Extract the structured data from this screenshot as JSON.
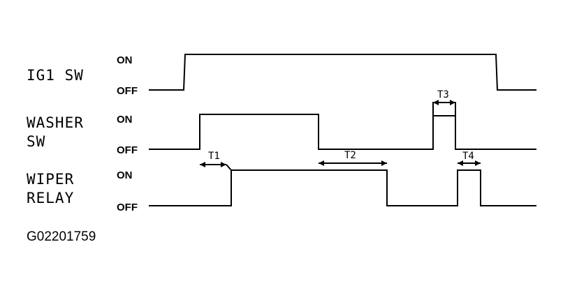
{
  "signals": [
    {
      "name_lines": [
        "IG1 SW"
      ],
      "on_label": "ON",
      "off_label": "OFF"
    },
    {
      "name_lines": [
        "WASHER",
        "SW"
      ],
      "on_label": "ON",
      "off_label": "OFF"
    },
    {
      "name_lines": [
        "WIPER",
        "RELAY"
      ],
      "on_label": "ON",
      "off_label": "OFF"
    }
  ],
  "intervals": [
    "T1",
    "T2",
    "T3",
    "T4"
  ],
  "caption": "G02201759"
}
